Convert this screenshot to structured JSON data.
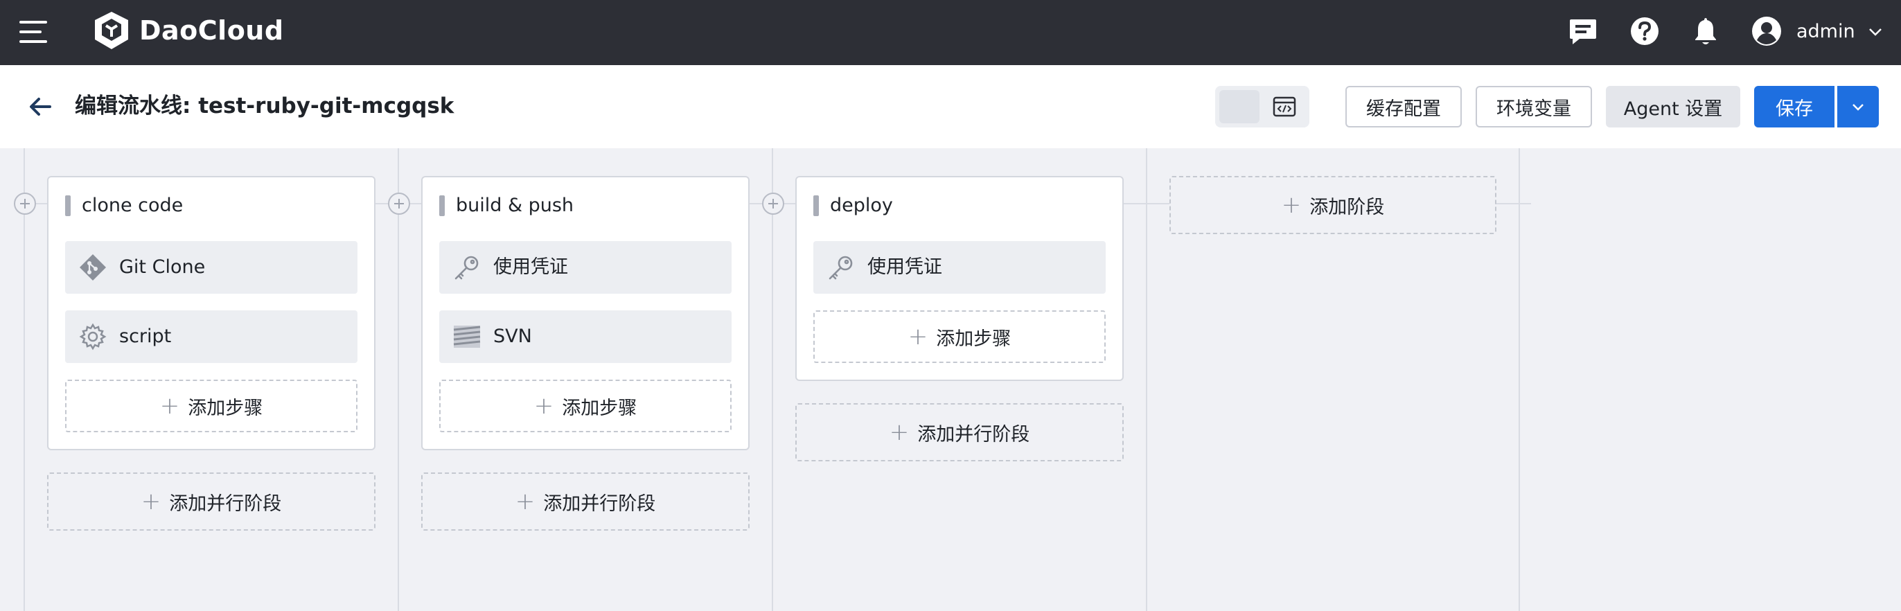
{
  "topbar": {
    "brand": "DaoCloud",
    "user": "admin"
  },
  "header": {
    "title": "编辑流水线: test-ruby-git-mcgqsk",
    "buttons": {
      "cache": "缓存配置",
      "env": "环境变量",
      "agent": "Agent 设置",
      "save": "保存"
    }
  },
  "stages": [
    {
      "name": "clone code",
      "steps": [
        {
          "label": "Git Clone",
          "icon": "git-icon"
        },
        {
          "label": "script",
          "icon": "gear-icon"
        }
      ],
      "add_step": "添加步骤",
      "add_parallel": "添加并行阶段"
    },
    {
      "name": "build & push",
      "steps": [
        {
          "label": "使用凭证",
          "icon": "key-icon"
        },
        {
          "label": "SVN",
          "icon": "svn-icon"
        }
      ],
      "add_step": "添加步骤",
      "add_parallel": "添加并行阶段"
    },
    {
      "name": "deploy",
      "steps": [
        {
          "label": "使用凭证",
          "icon": "key-icon"
        }
      ],
      "add_step": "添加步骤",
      "add_parallel": "添加并行阶段"
    }
  ],
  "add_stage": "添加阶段",
  "colors": {
    "topbar": "#2d2f36",
    "primary": "#1e6fe0",
    "canvas": "#f0f1f5"
  }
}
